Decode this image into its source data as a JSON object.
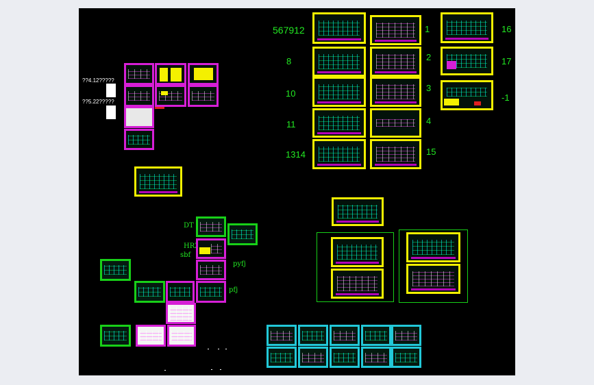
{
  "labels": {
    "n567912": "567912",
    "n1": "1",
    "n16": "16",
    "n8": "8",
    "n2": "2",
    "n17": "17",
    "n10": "10",
    "n3": "3",
    "nminus1": "-1",
    "n11": "11",
    "n4": "4",
    "n1314": "1314",
    "n15": "15",
    "note_a": "??4.12?????",
    "note_b": "??5.22?????",
    "dt": "DT",
    "hrz": "HRZ",
    "sbf": "sbf",
    "pyfj": "pyfj",
    "pfj": "pfj"
  },
  "colors": {
    "canvas": "#000000",
    "outer": "#ebedf2",
    "label": "#22e822",
    "yellow_frame": "#f4f000",
    "magenta_frame": "#d61fd6",
    "green_frame": "#18d018",
    "cyan_frame": "#22c8d8"
  }
}
